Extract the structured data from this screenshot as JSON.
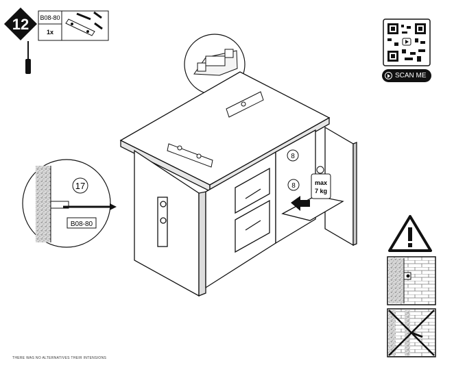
{
  "step": {
    "number": "12"
  },
  "parts_box": {
    "part_code": "B08-80",
    "quantity": "1x"
  },
  "callouts": {
    "detail_number": "17",
    "detail_part_code": "B08-80",
    "shelf_left_number": "8",
    "shelf_right_number": "8",
    "weight_line1": "max",
    "weight_line2": "7 kg"
  },
  "qr": {
    "scan_label": "SCAN ME"
  },
  "footer": {
    "text": "THERE WAS NO ALTERNATIVES THEIR INTENSIONS"
  },
  "icons": [
    "screwdriver-icon",
    "warning-icon",
    "wall-anchor-ok-icon",
    "wall-anchor-wrong-icon",
    "qr-code-icon",
    "play-icon"
  ]
}
